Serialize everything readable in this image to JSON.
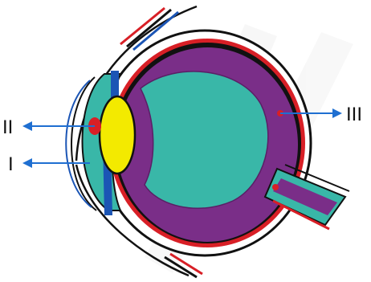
{
  "labels": {
    "left_top": "II",
    "left_bottom": "I",
    "right": "III"
  },
  "colors": {
    "background": "#ffffff",
    "outline": "#111111",
    "sclera_red": "#d81f26",
    "vitreous": "#39b7a8",
    "retina_purple": "#7a2e88",
    "lens": "#f3ea00",
    "iris_blue": "#1b55b5",
    "arrow": "#1f6fd1"
  },
  "icons": {
    "arrow_left": "arrow-left-icon",
    "arrow_right": "arrow-right-icon"
  }
}
